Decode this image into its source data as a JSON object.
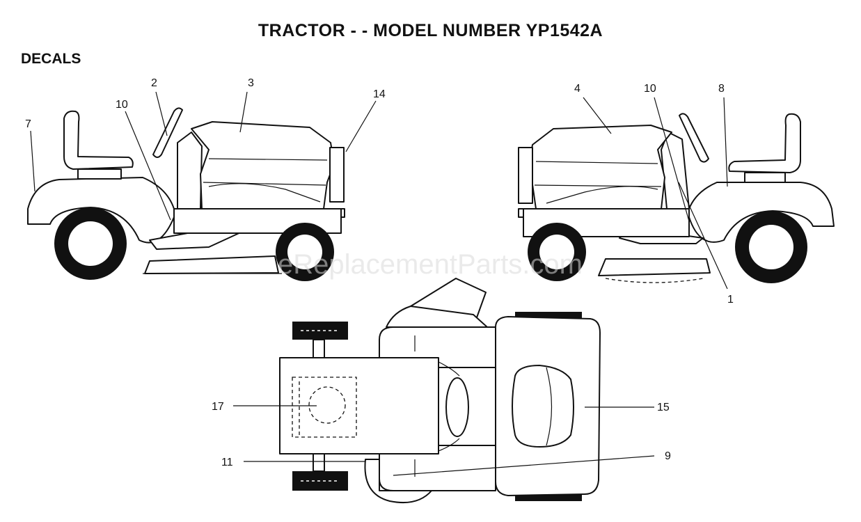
{
  "title": "TRACTOR - - MODEL NUMBER YP1542A",
  "section": "DECALS",
  "watermark": "eReplacementParts.com",
  "callouts": {
    "left_view": [
      "7",
      "10",
      "2",
      "3",
      "14"
    ],
    "right_view": [
      "4",
      "10",
      "8",
      "1"
    ],
    "top_view": [
      "17",
      "11",
      "15",
      "9"
    ]
  }
}
